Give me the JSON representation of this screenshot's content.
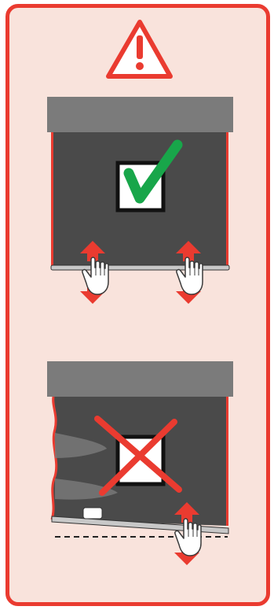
{
  "illustration": {
    "kind": "roller-blind-operation-warning",
    "colors": {
      "background": "#f9e3dc",
      "frame": "#ea3b30",
      "cassette": "#7b7b7b",
      "fabric": "#4a4a4a",
      "rail": "#c8c8c8",
      "check": "#18a64a",
      "cross": "#ea3b30",
      "arrow": "#ea3b30"
    },
    "icons": [
      "warning-triangle-icon",
      "check-mark-icon",
      "cross-mark-icon",
      "hand-icon",
      "up-down-arrow-icon"
    ],
    "panels": [
      {
        "name": "correct-operation",
        "verdict": "check",
        "hands": 2
      },
      {
        "name": "incorrect-operation",
        "verdict": "cross",
        "hands": 1
      }
    ]
  }
}
